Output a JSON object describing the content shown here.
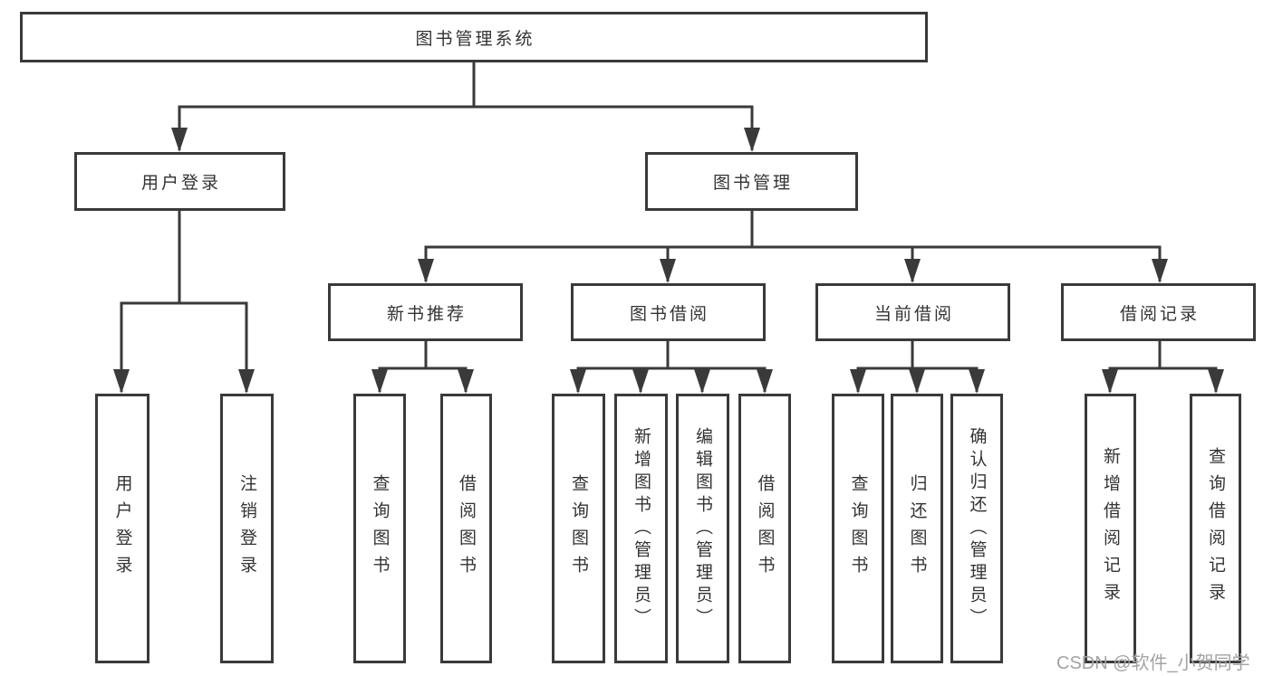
{
  "diagram_title": "图书管理系统",
  "nodes": {
    "root": {
      "label": "图书管理系统"
    },
    "l2_user": {
      "label": "用户登录"
    },
    "l2_book": {
      "label": "图书管理"
    },
    "l3_new": {
      "label": "新书推荐"
    },
    "l3_borrow": {
      "label": "图书借阅"
    },
    "l3_current": {
      "label": "当前借阅"
    },
    "l3_record": {
      "label": "借阅记录"
    },
    "leaf_user_login": {
      "label": "用户登录"
    },
    "leaf_logout": {
      "label": "注销登录"
    },
    "leaf_new_query": {
      "label": "查询图书"
    },
    "leaf_new_borrow": {
      "label": "借阅图书"
    },
    "leaf_bor_query": {
      "label": "查询图书"
    },
    "leaf_bor_add": {
      "label": "新增图书（管理员）"
    },
    "leaf_bor_edit": {
      "label": "编辑图书（管理员）"
    },
    "leaf_bor_borrow": {
      "label": "借阅图书"
    },
    "leaf_cur_query": {
      "label": "查询图书"
    },
    "leaf_cur_return": {
      "label": "归还图书"
    },
    "leaf_cur_confirm": {
      "label": "确认归还（管理员）"
    },
    "leaf_rec_add": {
      "label": "新增借阅记录"
    },
    "leaf_rec_query": {
      "label": "查询借阅记录"
    }
  },
  "hierarchy": {
    "图书管理系统": {
      "用户登录": [
        "用户登录",
        "注销登录"
      ],
      "图书管理": {
        "新书推荐": [
          "查询图书",
          "借阅图书"
        ],
        "图书借阅": [
          "查询图书",
          "新增图书（管理员）",
          "编辑图书（管理员）",
          "借阅图书"
        ],
        "当前借阅": [
          "查询图书",
          "归还图书",
          "确认归还（管理员）"
        ],
        "借阅记录": [
          "新增借阅记录",
          "查询借阅记录"
        ]
      }
    }
  },
  "watermark": {
    "text": "CSDN @软件_小贺同学"
  },
  "colors": {
    "line": "#3a3a3a",
    "text": "#333333",
    "box_background": "#ffffff",
    "page_background": "#ffffff",
    "watermark": "#a3a3a3"
  }
}
